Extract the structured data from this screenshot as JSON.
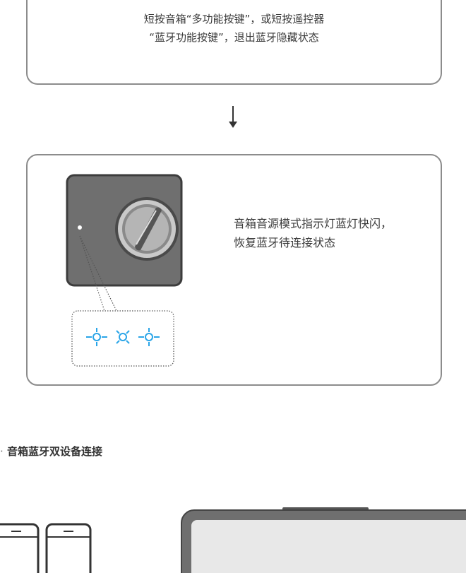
{
  "step_exit": {
    "line1": "短按音箱“多功能按键”，或短按遥控器",
    "line2": "“蓝牙功能按键”，退出蓝牙隐藏状态"
  },
  "step_status": {
    "line1": "音箱音源模式指示灯蓝灯快闪，",
    "line2": "恢复蓝牙待连接状态"
  },
  "indicator": {
    "color": "#2aa5e8",
    "icons": [
      "light-on-icon",
      "light-off-icon",
      "light-on-icon"
    ]
  },
  "section": {
    "bullet": "·",
    "title": "音箱蓝牙双设备连接"
  },
  "colors": {
    "border": "#8c8c8c",
    "device_body": "#6f6f6f",
    "device_dark": "#3c3c3c"
  }
}
